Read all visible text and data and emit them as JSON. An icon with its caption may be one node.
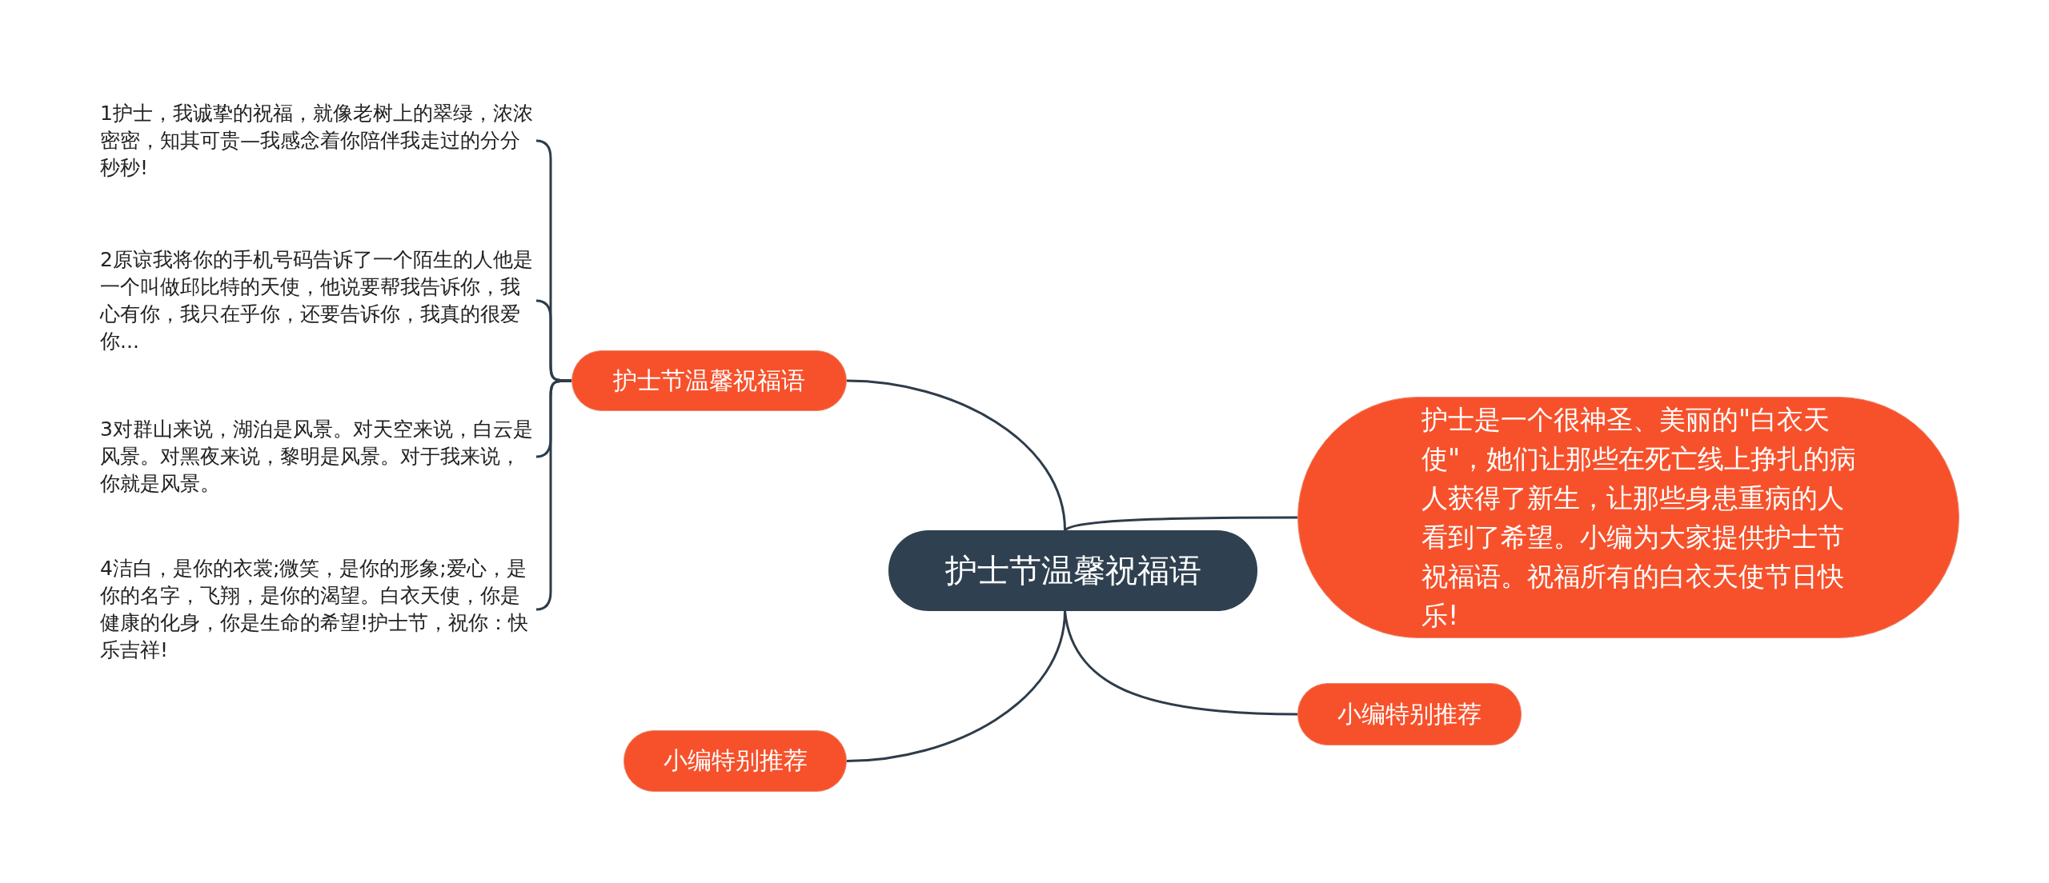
{
  "diagram": {
    "nodes": [
      {
        "text": [
          "护士节温馨祝福语"
        ]
      },
      {
        "text": [
          "护士节温馨祝福语"
        ]
      },
      {
        "text": [
          "1护士，我诚挚的祝福，就像老树上的翠绿，浓浓密密，知其可贵—我感念着你陪伴我走过的分分秒秒!"
        ]
      },
      {
        "text": [
          "2原谅我将你的手机号码告诉了一个陌生的人他是一个叫做邱比特的天使，他说要帮我告诉你，我心有你，我只在乎你，还要告诉你，我真的很爱你..."
        ]
      },
      {
        "text": [
          "3对群山来说，湖泊是风景。对天空来说，白云是风景。对黑夜来说，黎明是风景。对于我来说，你就是风景。"
        ]
      },
      {
        "text": [
          "4洁白，是你的衣裳;微笑，是你的形象;爱心，是你的名字，飞翔，是你的渴望。白衣天使，你是健康的化身，你是生命的希望!护士节，祝你：快乐吉祥!"
        ]
      },
      {
        "text": [
          "小编特别推荐"
        ]
      },
      {
        "text": [
          "护士是一个很神圣、美丽的\"白衣天使\"，她们让那些在死亡线上挣扎的病人获得了新生，让那些身患重病的人看到了希望。小编为大家提供护士节祝福语。祝福所有的白衣天使节日快乐!"
        ]
      },
      {
        "text": [
          "小编特别推荐"
        ]
      }
    ],
    "edges": [
      {
        "from": 0,
        "to": 1,
        "arrow": "none"
      },
      {
        "from": 1,
        "to": 2,
        "arrow": "none"
      },
      {
        "from": 1,
        "to": 3,
        "arrow": "none"
      },
      {
        "from": 1,
        "to": 4,
        "arrow": "none"
      },
      {
        "from": 1,
        "to": 5,
        "arrow": "none"
      },
      {
        "from": 0,
        "to": 6,
        "arrow": "none"
      },
      {
        "from": 0,
        "to": 7,
        "arrow": "none"
      },
      {
        "from": 0,
        "to": 8,
        "arrow": "none"
      }
    ]
  }
}
